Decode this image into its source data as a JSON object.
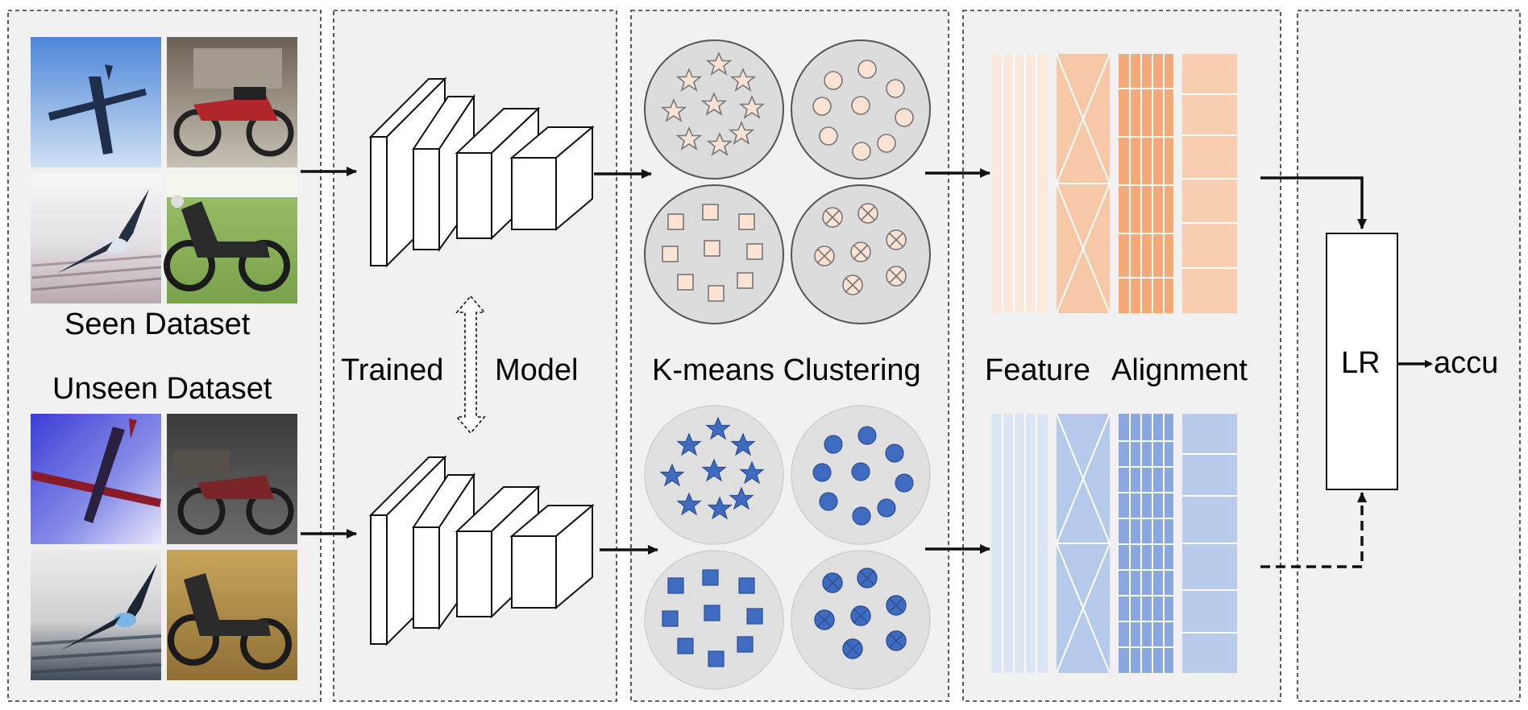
{
  "labels": {
    "seen_dataset": "Seen Dataset",
    "unseen_dataset": "Unseen Dataset",
    "trained": "Trained",
    "model": "Model",
    "kmeans": "K-means Clustering",
    "feature": "Feature",
    "alignment": "Alignment",
    "lr": "LR",
    "accu": "accu"
  },
  "colors": {
    "panel_bg": "#f1f1f1",
    "seen_fill": "#fbe2d2",
    "seen_dark": "#f3b48c",
    "unseen_fill": "#3f6cc0",
    "unseen_light": "#c7d6ef",
    "cluster_bg_seen": "#dcdcdc",
    "cluster_bg_unseen": "#e0e0e0"
  },
  "images": {
    "seen": [
      "airplane-photo",
      "motorcycle-photo",
      "bird-photo",
      "moped-photo"
    ],
    "unseen": [
      "airplane-photo-shifted",
      "motorcycle-photo-dark",
      "bird-photo-noisy",
      "moped-photo-warm"
    ]
  },
  "cluster_shapes": [
    "star",
    "circle",
    "square",
    "crossed-circle"
  ]
}
